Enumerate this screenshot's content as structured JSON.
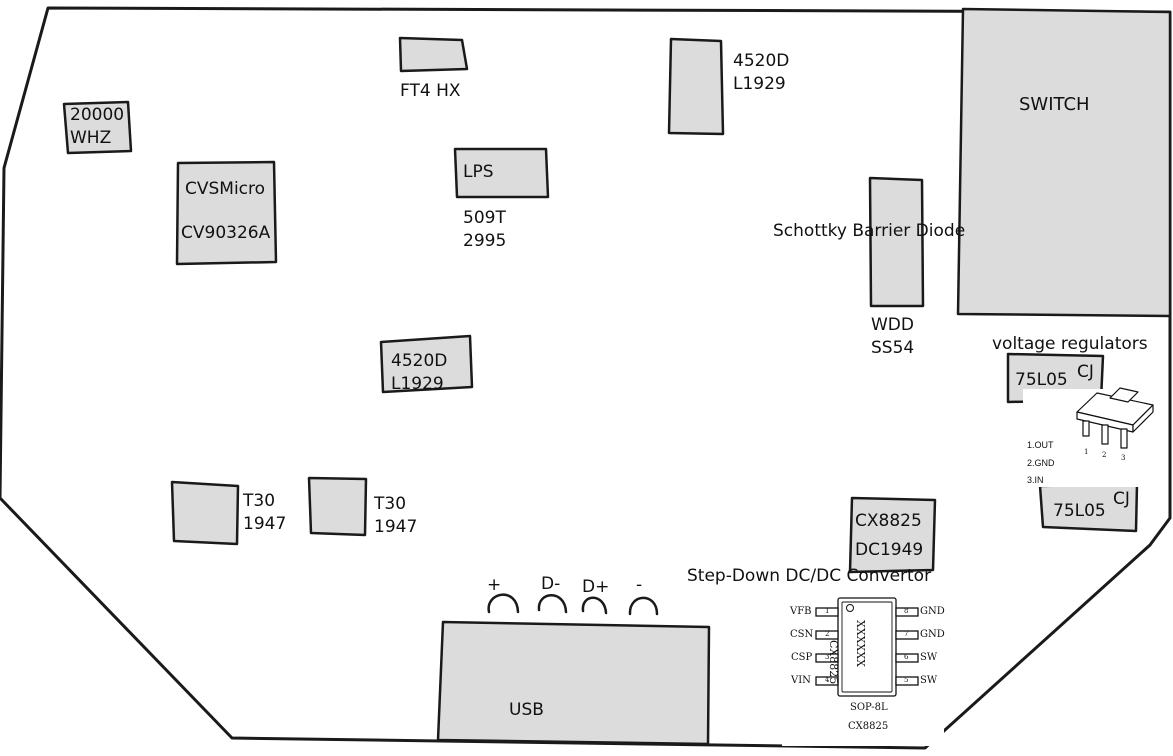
{
  "components": {
    "freq": [
      "20000",
      "WHZ"
    ],
    "cvs": [
      "CVSMicro",
      "CV90326A"
    ],
    "ft4": "FT4 HX",
    "lps": "LPS",
    "lps_code": [
      "509T",
      "2995"
    ],
    "mosfet_top": [
      "4520D",
      "L1929"
    ],
    "mosfet_mid": [
      "4520D",
      "L1929"
    ],
    "switch": "SWITCH",
    "diode_title": "Schottky Barrier Diode",
    "diode_code": [
      "WDD",
      "SS54"
    ],
    "vreg_title": "voltage regulators",
    "vreg1": "75L05",
    "vreg1_mark": "CJ",
    "vreg2": "75L05",
    "vreg2_mark": "CJ",
    "vreg_pins": [
      "1.OUT",
      "2.GND",
      "3.IN"
    ],
    "vreg_pin_numbers": [
      "1",
      "2",
      "3"
    ],
    "t30_left": [
      "T30",
      "1947"
    ],
    "t30_right": [
      "T30",
      "1947"
    ],
    "cx8825": [
      "CX8825",
      "DC1949"
    ],
    "converter_title": "Step-Down DC/DC Convertor",
    "usb": "USB",
    "usb_pins": [
      "+",
      "D-",
      "D+",
      "-"
    ]
  },
  "sop8": {
    "chip_text": [
      "CX8825",
      "XXXXXX"
    ],
    "package": "SOP-8L",
    "part": "CX8825",
    "left_pins": [
      {
        "num": "1",
        "name": "VFB"
      },
      {
        "num": "2",
        "name": "CSN"
      },
      {
        "num": "3",
        "name": "CSP"
      },
      {
        "num": "4",
        "name": "VIN"
      }
    ],
    "right_pins": [
      {
        "num": "8",
        "name": "GND"
      },
      {
        "num": "7",
        "name": "GND"
      },
      {
        "num": "6",
        "name": "SW"
      },
      {
        "num": "5",
        "name": "SW"
      }
    ]
  },
  "colors": {
    "component_fill": "#dcdcdc",
    "outline": "#1a1a1a",
    "background": "#ffffff"
  }
}
